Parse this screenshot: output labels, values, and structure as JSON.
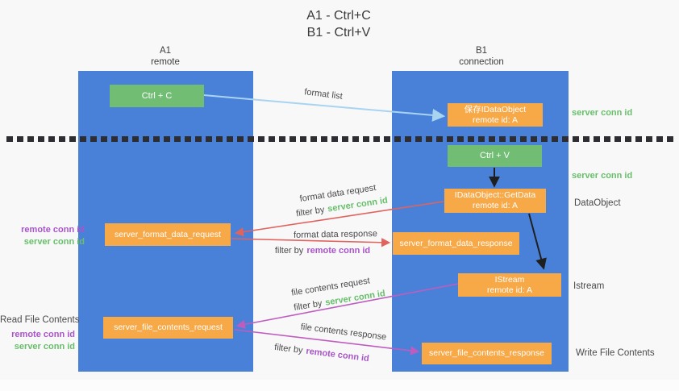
{
  "title": {
    "line1": "A1 - Ctrl+C",
    "line2": "B1 - Ctrl+V"
  },
  "lanes": {
    "left": {
      "id": "A1",
      "subtitle": "remote"
    },
    "right": {
      "id": "B1",
      "subtitle": "connection"
    }
  },
  "nodes": {
    "ctrl_c": {
      "label": "Ctrl + C"
    },
    "save_idataobject": {
      "line1": "保存IDataObject",
      "line2": "remote id: A"
    },
    "ctrl_v": {
      "label": "Ctrl + V"
    },
    "getdata": {
      "line1": "IDataObject::GetData",
      "line2": "remote id: A"
    },
    "format_request": {
      "label": "server_format_data_request"
    },
    "format_response": {
      "label": "server_format_data_response"
    },
    "istream": {
      "line1": "IStream",
      "line2": "remote id: A"
    },
    "file_request": {
      "label": "server_file_contents_request"
    },
    "file_response": {
      "label": "server_file_contents_response"
    }
  },
  "edge_labels": {
    "format_list": "format list",
    "format_data_request": "format data request",
    "format_data_response": "format data response",
    "file_contents_request": "file contents request",
    "file_contents_response": "file contents response",
    "filter_by": "filter by",
    "server_conn_id": "server conn id",
    "remote_conn_id": "remote conn id"
  },
  "side_labels": {
    "server_conn_id_top": "server conn id",
    "server_conn_id_mid": "server conn id",
    "dataobject": "DataObject",
    "istream": "Istream",
    "write_file_contents": "Write File Contents",
    "read_file_contents": "Read File Contents",
    "remote_conn_id": "remote conn id",
    "server_conn_id": "server conn id"
  },
  "colors": {
    "lane_blue": "#4a81d8",
    "node_orange": "#f7a847",
    "node_green": "#71bd74",
    "green_text": "#67bf6b",
    "purple_text": "#a855c8",
    "red_arrow": "#e0635e",
    "magenta_arrow": "#bf5cc0",
    "light_blue_arrow": "#a8d4f2",
    "black_arrow": "#1f1f1f",
    "dash_line": "#2d2d32"
  }
}
